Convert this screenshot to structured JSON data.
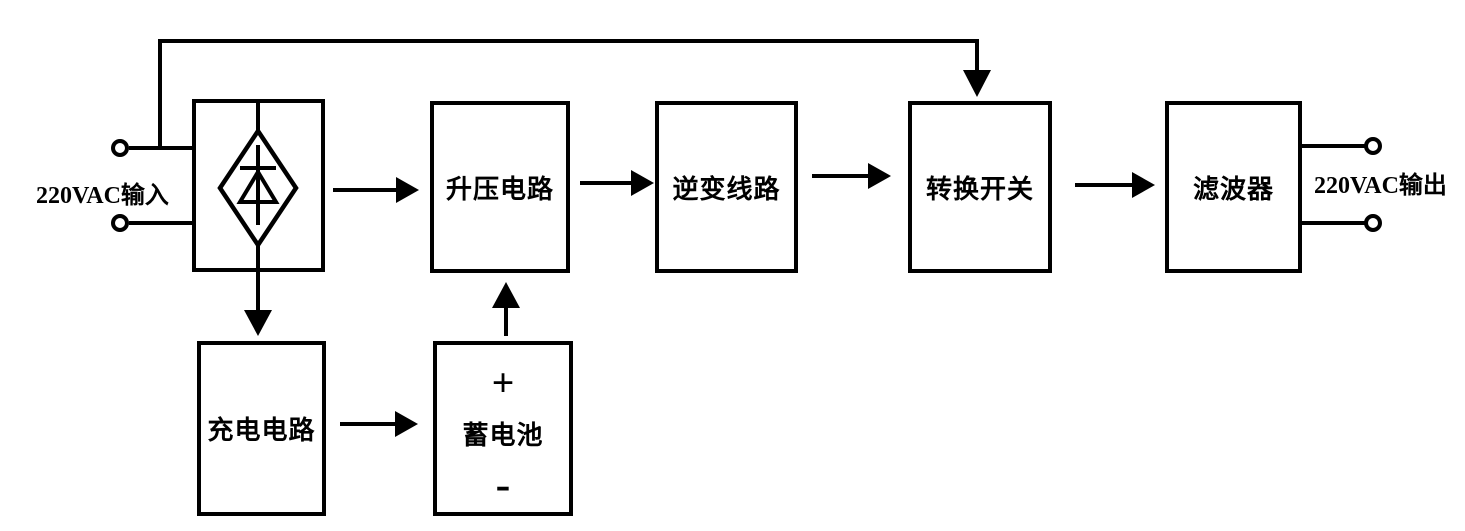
{
  "io": {
    "input_label": "220VAC输入",
    "output_label": "220VAC输出"
  },
  "blocks": {
    "rectifier": {
      "label": "",
      "symbol": "diode-in-diamond-rectifier"
    },
    "boost": {
      "label": "升压电路"
    },
    "inverter": {
      "label": "逆变线路"
    },
    "transfer_switch": {
      "label": "转换开关"
    },
    "filter": {
      "label": "滤波器"
    },
    "charger": {
      "label": "充电电路"
    },
    "battery": {
      "label": "蓄电池",
      "plus": "+",
      "minus": "-"
    }
  },
  "connections": [
    {
      "from": "ac-input",
      "to": "rectifier",
      "type": "wire"
    },
    {
      "from": "ac-input",
      "to": "transfer_switch",
      "type": "bypass-arrow"
    },
    {
      "from": "rectifier",
      "to": "boost",
      "type": "arrow"
    },
    {
      "from": "boost",
      "to": "inverter",
      "type": "arrow"
    },
    {
      "from": "inverter",
      "to": "transfer_switch",
      "type": "arrow"
    },
    {
      "from": "transfer_switch",
      "to": "filter",
      "type": "arrow"
    },
    {
      "from": "filter",
      "to": "ac-output",
      "type": "wire"
    },
    {
      "from": "rectifier",
      "to": "charger",
      "type": "arrow"
    },
    {
      "from": "charger",
      "to": "battery",
      "type": "arrow"
    },
    {
      "from": "battery",
      "to": "boost",
      "type": "arrow"
    }
  ],
  "colors": {
    "line": "#000000",
    "background": "#ffffff"
  }
}
